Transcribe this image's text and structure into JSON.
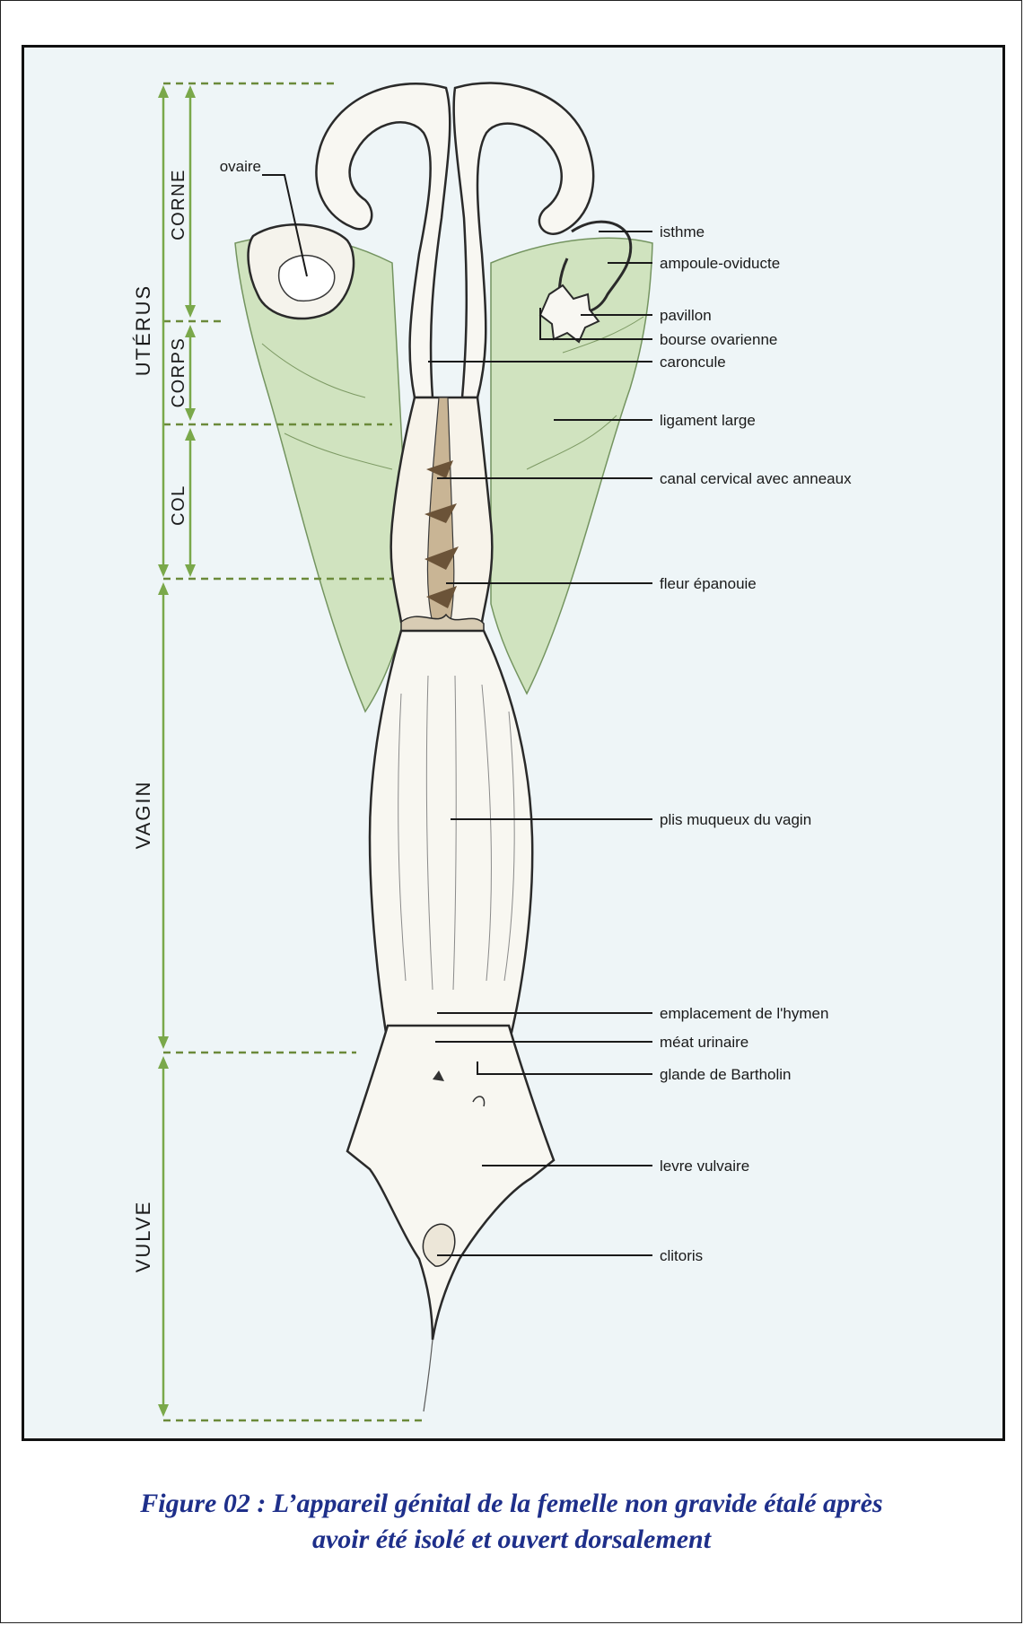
{
  "regions": {
    "uterus": "UTÉRUS",
    "corne": "CORNE",
    "corps": "CORPS",
    "col": "COL",
    "vagin": "VAGIN",
    "vulve": "VULVE"
  },
  "labels": {
    "ovaire": "ovaire",
    "isthme": "isthme",
    "ampoule": "ampoule-oviducte",
    "pavillon": "pavillon",
    "bourse": "bourse ovarienne",
    "caroncule": "caroncule",
    "ligament": "ligament large",
    "canal": "canal cervical avec anneaux",
    "fleur": "fleur épanouie",
    "plis": "plis muqueux du vagin",
    "hymen": "emplacement de l'hymen",
    "meat": "méat urinaire",
    "bartholin": "glande de Bartholin",
    "levre": "levre vulvaire",
    "clitoris": "clitoris"
  },
  "caption": {
    "line1": "Figure 02 : L’appareil génital de la femelle non gravide étalé après",
    "line2": "avoir été isolé et ouvert dorsalement"
  },
  "colors": {
    "ligament_fill": "#cfe3bd",
    "arrow_green": "#7aa84a",
    "dashed_line": "#6b8a3a",
    "caption_text": "#1e2f8a",
    "background": "#eef5f7"
  }
}
